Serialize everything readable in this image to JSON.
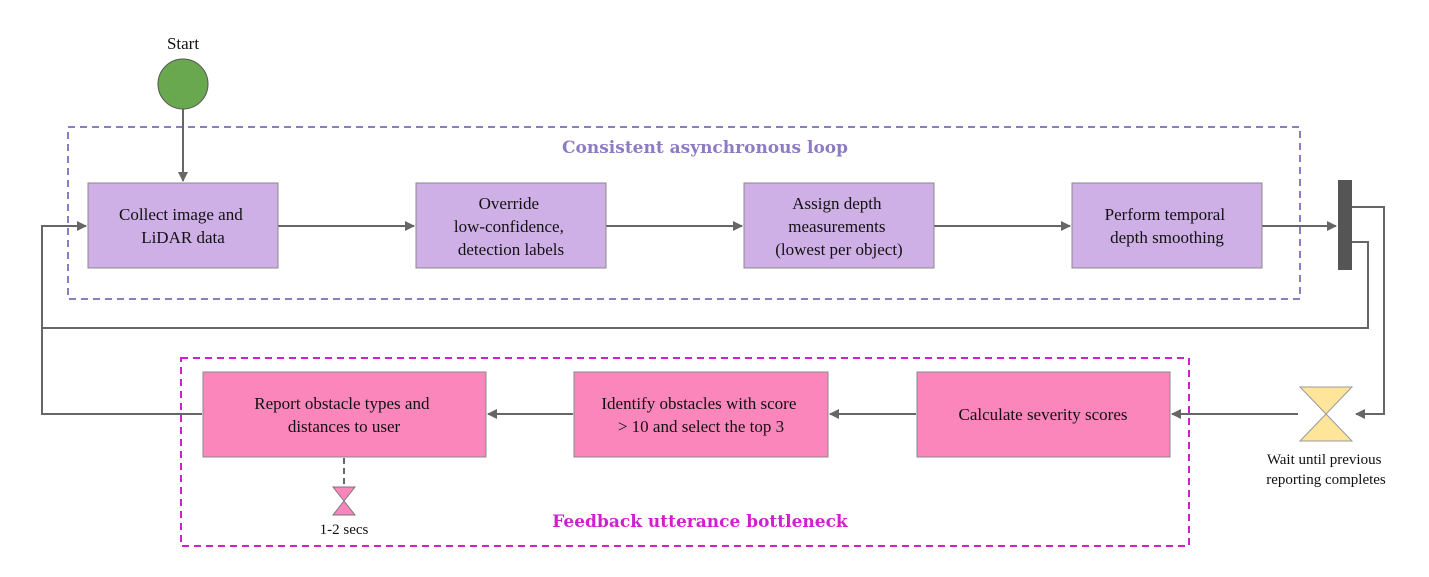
{
  "start": {
    "label": "Start"
  },
  "loop_group": {
    "title": "Consistent asynchronous loop",
    "color": "#8e7cc3"
  },
  "feedback_group": {
    "title": "Feedback utterance bottleneck",
    "color": "#d31ed0"
  },
  "colors": {
    "start_fill": "#6aa84f",
    "loop_box_fill": "#cfb0e6",
    "feedback_box_fill": "#fb86bb",
    "hourglass_fill": "#ffe599",
    "sync_bar": "#555555",
    "arrow": "#666666"
  },
  "loop_boxes": [
    {
      "lines": [
        "Collect image and",
        "LiDAR data"
      ]
    },
    {
      "lines": [
        "Override",
        "low-confidence,",
        "detection labels"
      ]
    },
    {
      "lines": [
        "Assign depth",
        "measurements",
        "(lowest per object)"
      ]
    },
    {
      "lines": [
        "Perform temporal",
        "depth smoothing"
      ]
    }
  ],
  "feedback_boxes": [
    {
      "lines": [
        "Calculate severity scores"
      ]
    },
    {
      "lines": [
        "Identify obstacles with score",
        "> 10 and select the top 3"
      ]
    },
    {
      "lines": [
        "Report obstacle types and",
        "distances to user"
      ]
    }
  ],
  "wait": {
    "lines": [
      "Wait until previous",
      "reporting completes"
    ],
    "icon": "hourglass-icon"
  },
  "delay": {
    "label": "1-2 secs",
    "icon": "hourglass-icon"
  }
}
